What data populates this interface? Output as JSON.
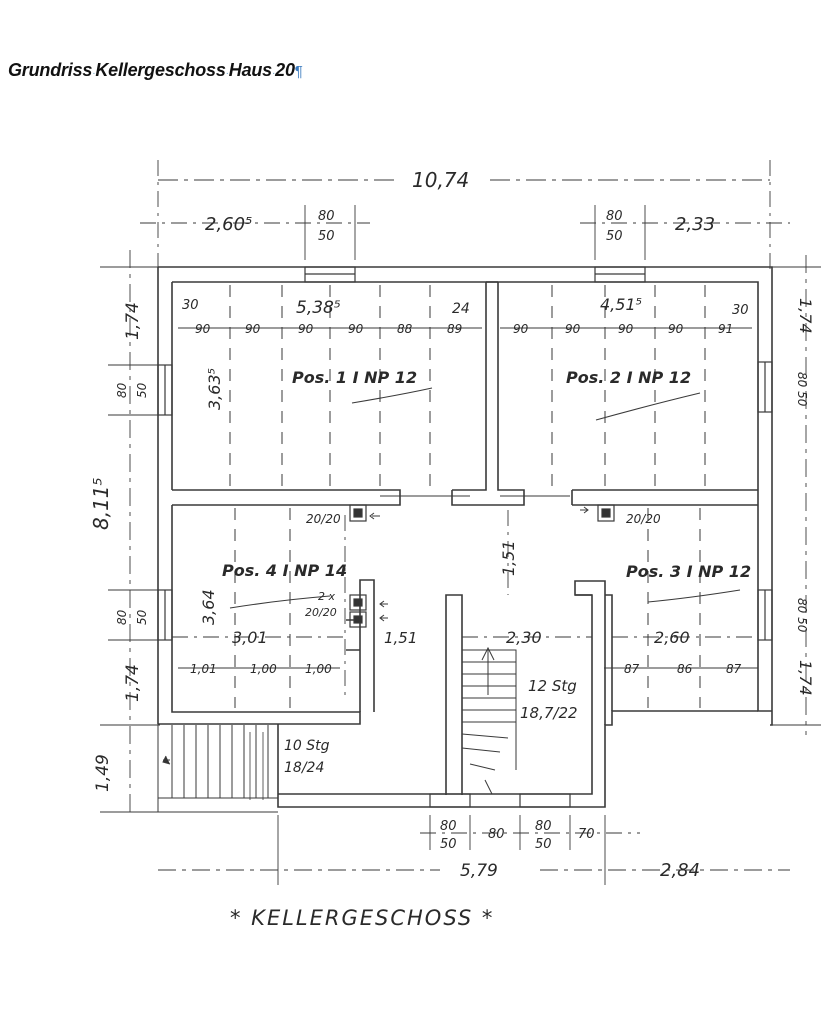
{
  "document": {
    "heading": {
      "words": [
        "Grundriss",
        "Kellergeschoss",
        "Haus",
        "20"
      ],
      "pilcrow": "¶"
    }
  },
  "plan": {
    "caption": "* KELLERGESCHOSS *",
    "dimensions": {
      "top_total": "10,74",
      "top_left": "2,60⁵",
      "top_left_window_w": "80",
      "top_left_window_h": "50",
      "top_right_window_w": "80",
      "top_right_window_h": "50",
      "top_right": "2,33",
      "left_total": "8,11⁵",
      "left_top": "1,74",
      "left_window_w_1": "80",
      "left_window_h_1": "50",
      "left_window_w_2": "80",
      "left_window_h_2": "50",
      "left_mid": "1,74",
      "left_bottom": "1,49",
      "right_top": "1,74",
      "right_window_1": "80 50",
      "right_window_2": "80 50",
      "right_bottom": "1,74",
      "bottom_w1": "80",
      "bottom_h1": "50",
      "bottom_w2": "80",
      "bottom_w3": "80",
      "bottom_h3": "50",
      "bottom_w4": "70",
      "bottom_left_total": "5,79",
      "bottom_right": "2,84"
    },
    "rooms": {
      "pos1": {
        "label": "Pos. 1  I NP 12",
        "width": "5,38⁵",
        "height": "3,63⁵",
        "edge_left": "30",
        "edge_right": "24",
        "joists": [
          "90",
          "90",
          "90",
          "90",
          "88",
          "89"
        ]
      },
      "pos2": {
        "label": "Pos. 2  I NP 12",
        "width": "4,51⁵",
        "edge_right": "30",
        "joists": [
          "90",
          "90",
          "90",
          "90",
          "91"
        ]
      },
      "pos3": {
        "label": "Pos. 3  I NP 12",
        "width": "2,60",
        "joists": [
          "87",
          "86",
          "87"
        ]
      },
      "pos4": {
        "label": "Pos. 4  I NP 14",
        "width": "3,01",
        "height": "3,64",
        "joists": [
          "1,01",
          "1,00",
          "1,00"
        ]
      }
    },
    "hall": {
      "height": "1,51",
      "width": "1,51",
      "stair_width": "2,30"
    },
    "chimneys": {
      "left_size": "20/20",
      "right_size": "20/20",
      "double_label": "2 x",
      "double_size": "20/20"
    },
    "stairs": {
      "main_steps": "12 Stg",
      "main_ratio": "18,7/22",
      "outside_steps": "10 Stg",
      "outside_ratio": "18/24"
    }
  }
}
